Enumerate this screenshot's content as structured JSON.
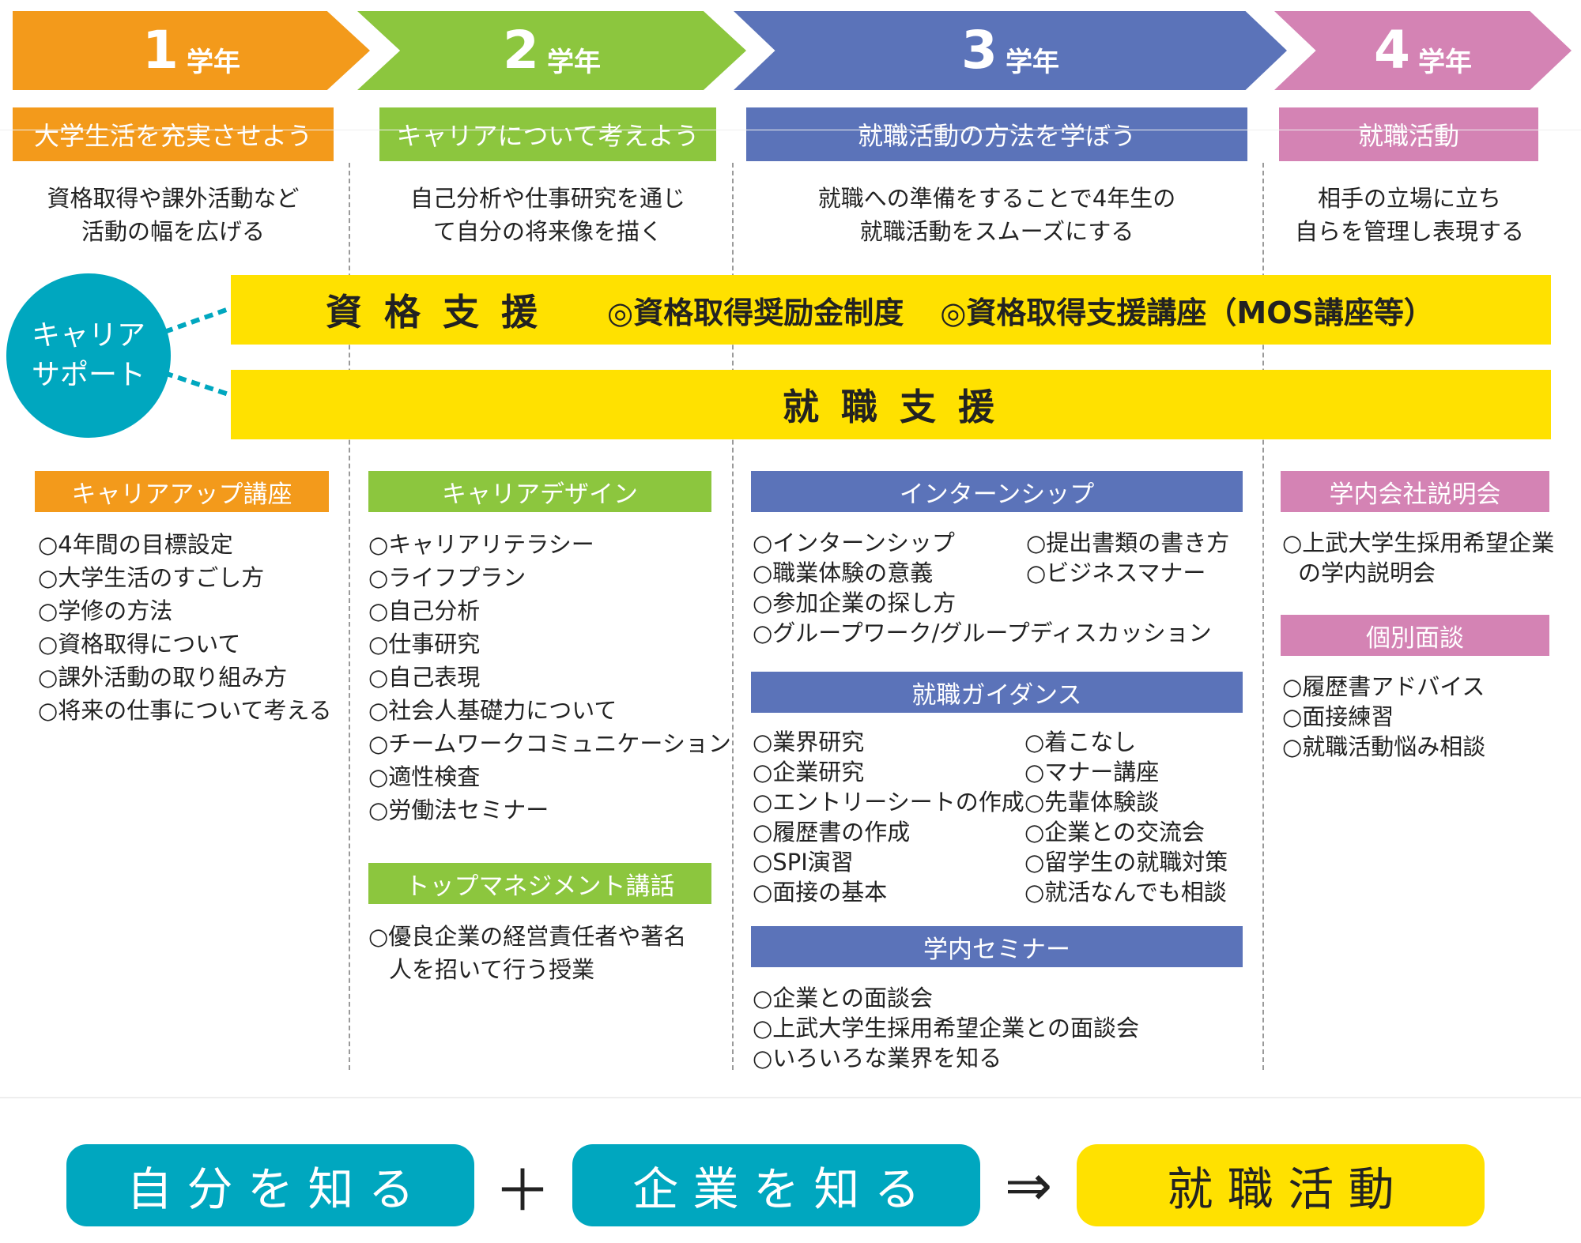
{
  "colors": {
    "year1": "#f39a1b",
    "year2": "#8cc63e",
    "year3": "#5b73b9",
    "year4": "#d483b4",
    "band": "#ffe100",
    "teal": "#00a7bf"
  },
  "years": [
    {
      "num": "1",
      "unit": "学年"
    },
    {
      "num": "2",
      "unit": "学年"
    },
    {
      "num": "3",
      "unit": "学年"
    },
    {
      "num": "4",
      "unit": "学年"
    }
  ],
  "themes": [
    "大学生活を充実させよう",
    "キャリアについて考えよう",
    "就職活動の方法を学ぼう",
    "就職活動"
  ],
  "descriptions": [
    [
      "資格取得や課外活動など",
      "活動の幅を広げる"
    ],
    [
      "自己分析や仕事研究を通じ",
      "て自分の将来像を描く"
    ],
    [
      "就職への準備をすることで4年生の",
      "就職活動をスムーズにする"
    ],
    [
      "相手の立場に立ち",
      "自らを管理し表現する"
    ]
  ],
  "career_support": [
    "キャリア",
    "サポート"
  ],
  "shikaku": {
    "title": "資 格 支 援",
    "item1": "◎資格取得奨励金制度",
    "item2": "◎資格取得支援講座（MOS講座等）"
  },
  "shushoku_title": "就 職 支 援",
  "col1": {
    "head": "キャリアアップ講座",
    "items": [
      "○4年間の目標設定",
      "○大学生活のすごし方",
      "○学修の方法",
      "○資格取得について",
      "○課外活動の取り組み方",
      "○将来の仕事について考える"
    ]
  },
  "col2": {
    "head": "キャリアデザイン",
    "items": [
      "○キャリアリテラシー",
      "○ライフプラン",
      "○自己分析",
      "○仕事研究",
      "○自己表現",
      "○社会人基礎力について",
      "○チームワークコミュニケーション",
      "○適性検査",
      "○労働法セミナー"
    ],
    "head2": "トップマネジメント講話",
    "items2": [
      "○優良企業の経営責任者や著名",
      "人を招いて行う授業"
    ]
  },
  "col3": {
    "intern": {
      "head": "インターンシップ",
      "left": [
        "○インターンシップ",
        "○職業体験の意義",
        "○参加企業の探し方",
        "○グループワーク/グループディスカッション"
      ],
      "right": [
        "○提出書類の書き方",
        "○ビジネスマナー"
      ]
    },
    "guidance": {
      "head": "就職ガイダンス",
      "left": [
        "○業界研究",
        "○企業研究",
        "○エントリーシートの作成",
        "○履歴書の作成",
        "○SPI演習",
        "○面接の基本"
      ],
      "right": [
        "○着こなし",
        "○マナー講座",
        "○先輩体験談",
        "○企業との交流会",
        "○留学生の就職対策",
        "○就活なんでも相談"
      ]
    },
    "seminar": {
      "head": "学内セミナー",
      "items": [
        "○企業との面談会",
        "○上武大学生採用希望企業との面談会",
        "○いろいろな業界を知る"
      ]
    }
  },
  "col4": {
    "head": "学内会社説明会",
    "items": [
      "○上武大学生採用希望企業",
      "の学内説明会"
    ],
    "head2": "個別面談",
    "items2": [
      "○履歴書アドバイス",
      "○面接練習",
      "○就職活動悩み相談"
    ]
  },
  "bottom": {
    "pill1": "自 分 を 知 る",
    "plus": "＋",
    "pill2": "企 業 を 知 る",
    "arrow": "⇒",
    "pill3": "就 職 活 動"
  }
}
